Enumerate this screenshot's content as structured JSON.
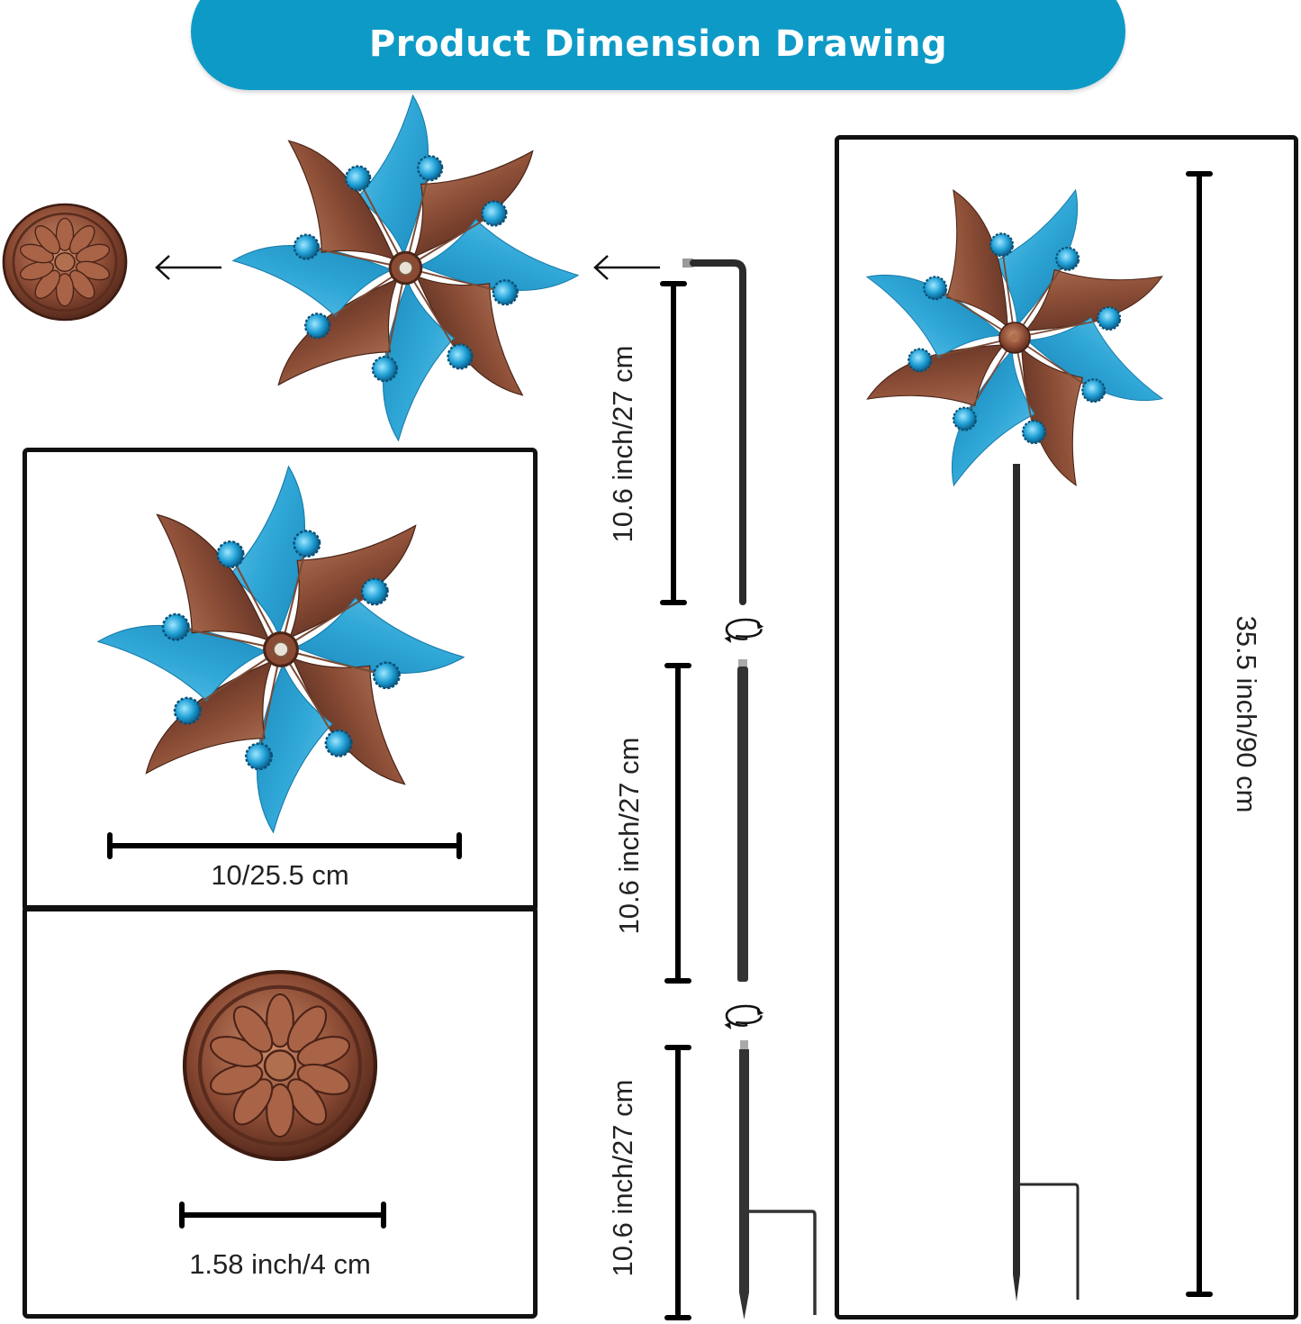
{
  "header": {
    "title": "Product Dimension Drawing",
    "background_color": "#0e9ac6",
    "text_color": "#ffffff"
  },
  "colors": {
    "blue_blade": "#2fa8d8",
    "blue_blade_light": "#5cc3ea",
    "copper_blade": "#9a5a3f",
    "copper_dark": "#5e2f22",
    "gem": "#1fa0d6",
    "pole": "#2b2b2b",
    "outline": "#111111"
  },
  "top_row": {
    "cap_icon": "decorative-cap-icon",
    "arrow_1": "arrow-left-icon",
    "spinner_icon": "pinwheel-spinner-icon",
    "arrow_2": "arrow-left-icon"
  },
  "parts": {
    "pole_top": {
      "label": "10.6 inch/27 cm",
      "icon": "bent-rod-icon"
    },
    "pole_middle": {
      "label": "10.6 inch/27 cm",
      "icon": "straight-rod-icon"
    },
    "pole_bottom": {
      "label": "10.6 inch/27 cm",
      "icon": "stake-rod-icon"
    },
    "twist_icons": [
      "rotate-connect-icon",
      "rotate-connect-icon"
    ]
  },
  "spinner_box": {
    "label": "10/25.5 cm",
    "icon": "pinwheel-spinner-icon"
  },
  "cap_box": {
    "label": "1.58 inch/4 cm",
    "icon": "decorative-cap-icon"
  },
  "assembled_box": {
    "label": "35.5 inch/90 cm",
    "icon": "assembled-wind-spinner-icon"
  }
}
